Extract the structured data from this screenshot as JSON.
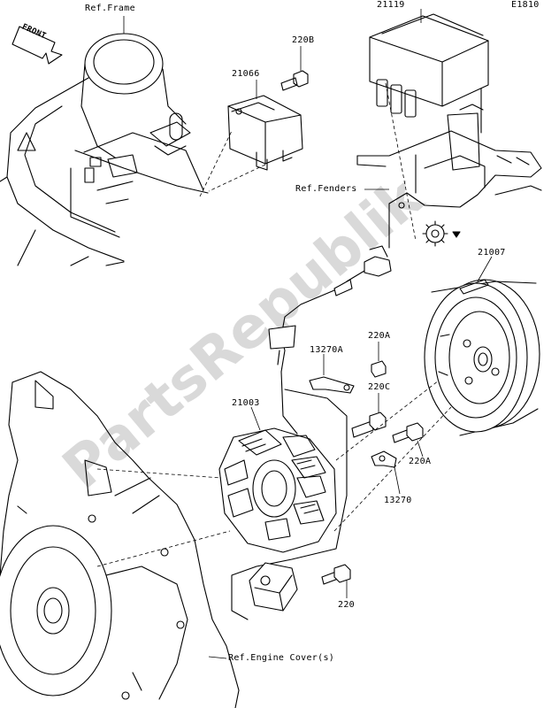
{
  "diagram": {
    "code": "E1810",
    "watermark": "PartsRepublik",
    "front_label": "FRONT",
    "labels": {
      "ref_frame": "Ref.Frame",
      "p220b": "220B",
      "p21066": "21066",
      "p21119": "21119",
      "ref_fenders": "Ref.Fenders",
      "p21007": "21007",
      "p220a_top": "220A",
      "p13270a": "13270A",
      "p220c": "220C",
      "p21003": "21003",
      "p220a_bottom": "220A",
      "p13270": "13270",
      "p220": "220",
      "ref_engine_cover": "Ref.Engine Cover(s)"
    }
  }
}
